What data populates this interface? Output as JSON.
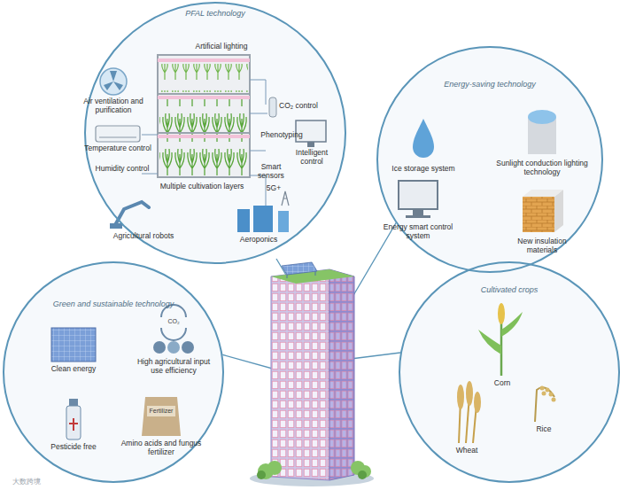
{
  "diagram": {
    "nodes": [
      {
        "text": [
          "PFAL technology"
        ]
      },
      {
        "text": [
          "Artificial lighting"
        ],
        "in": 0
      },
      {
        "text": [
          "Air ventilation and purification"
        ],
        "in": 0
      },
      {
        "text": [
          "Temperature control"
        ],
        "in": 0
      },
      {
        "text": [
          "Humidity control"
        ],
        "in": 0
      },
      {
        "text": [
          "Multiple cultivation layers"
        ],
        "in": 0
      },
      {
        "text": [
          "Agricultural robots"
        ],
        "in": 0
      },
      {
        "text": [
          "Aeroponics"
        ],
        "in": 0
      },
      {
        "text": [
          "CO₂ control"
        ],
        "in": 0
      },
      {
        "text": [
          "Phenotyping"
        ],
        "in": 0
      },
      {
        "text": [
          "Intelligent control"
        ],
        "in": 0
      },
      {
        "text": [
          "Smart sensors"
        ],
        "in": 0
      },
      {
        "text": [
          "5G+"
        ],
        "in": 0
      },
      {
        "text": [
          "Energy-saving technology"
        ]
      },
      {
        "text": [
          "Ice storage system"
        ],
        "in": 13
      },
      {
        "text": [
          "Sunlight conduction lighting technology"
        ],
        "in": 13
      },
      {
        "text": [
          "Energy smart control system"
        ],
        "in": 13
      },
      {
        "text": [
          "New insulation materials"
        ],
        "in": 13
      },
      {
        "text": [
          "Green and sustainable technology"
        ]
      },
      {
        "text": [
          "Clean energy"
        ],
        "in": 18
      },
      {
        "text": [
          "High agricultural input use efficiency"
        ],
        "in": 18
      },
      {
        "text": [
          "Pesticide free"
        ],
        "in": 18
      },
      {
        "text": [
          "Amino acids and fungus fertilizer"
        ],
        "in": 18
      },
      {
        "text": [
          "Cultivated crops"
        ]
      },
      {
        "text": [
          "Corn"
        ],
        "in": 23
      },
      {
        "text": [
          "Wheat"
        ],
        "in": 23
      },
      {
        "text": [
          "Rice"
        ],
        "in": 23
      }
    ],
    "labels": [
      "CO₂",
      "Fertilizer",
      "大数跨境"
    ]
  }
}
